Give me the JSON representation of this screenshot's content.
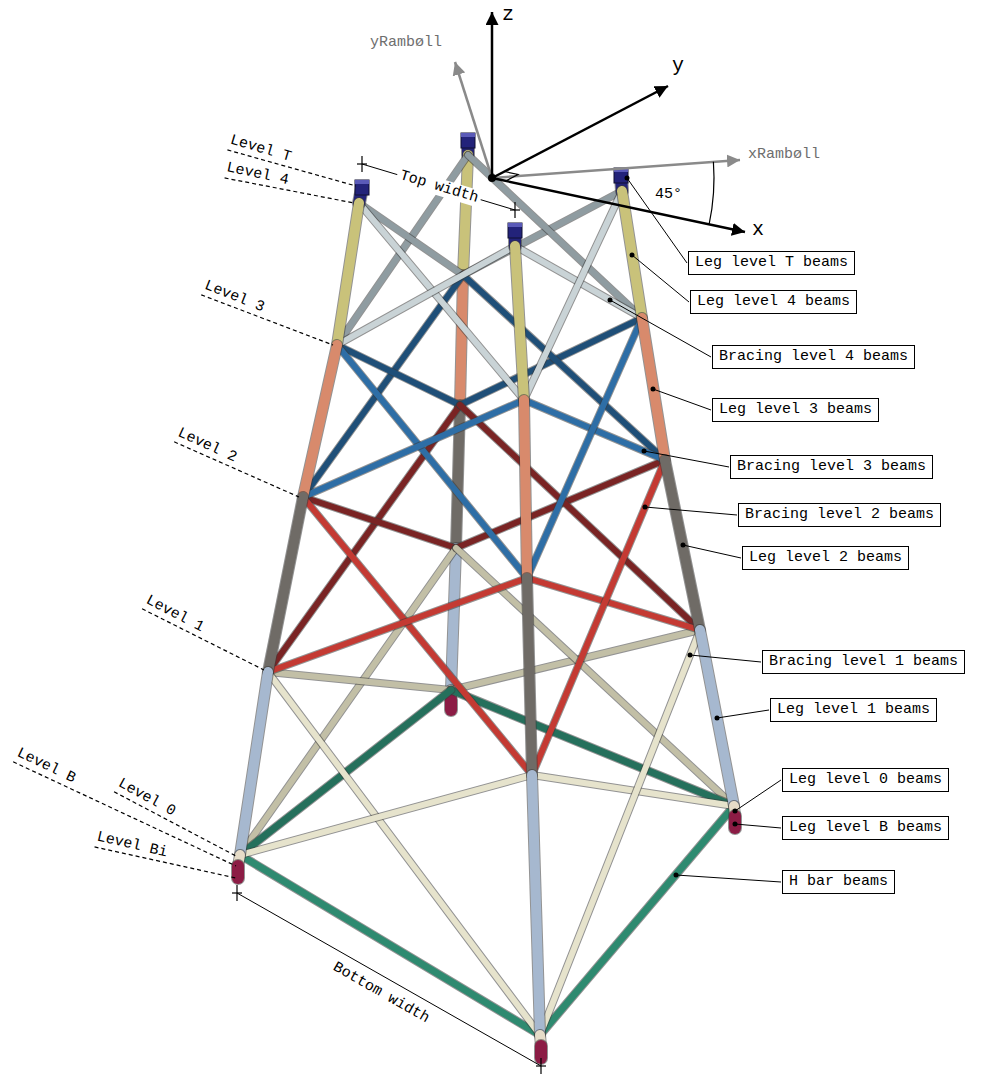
{
  "diagram": {
    "nodes": [
      {
        "text": [
          "Leg level T beams"
        ]
      },
      {
        "text": [
          "Leg level 4 beams"
        ]
      },
      {
        "text": [
          "Bracing level 4 beams"
        ]
      },
      {
        "text": [
          "Leg level 3 beams"
        ]
      },
      {
        "text": [
          "Bracing level 3 beams"
        ]
      },
      {
        "text": [
          "Bracing level 2 beams"
        ]
      },
      {
        "text": [
          "Leg level 2 beams"
        ]
      },
      {
        "text": [
          "Bracing level 1 beams"
        ]
      },
      {
        "text": [
          "Leg level 1 beams"
        ]
      },
      {
        "text": [
          "Leg level 0 beams"
        ]
      },
      {
        "text": [
          "Leg level B beams"
        ]
      },
      {
        "text": [
          "H bar beams"
        ]
      }
    ],
    "labels": [
      "z",
      "y",
      "yRambøll",
      "xRambøll",
      "x",
      "45°",
      "Level T",
      "Top width",
      "Level 4",
      "Level 3",
      "Level 2",
      "Level 1",
      "Level B",
      "Level 0",
      "Level Bi",
      "Bottom width"
    ]
  }
}
